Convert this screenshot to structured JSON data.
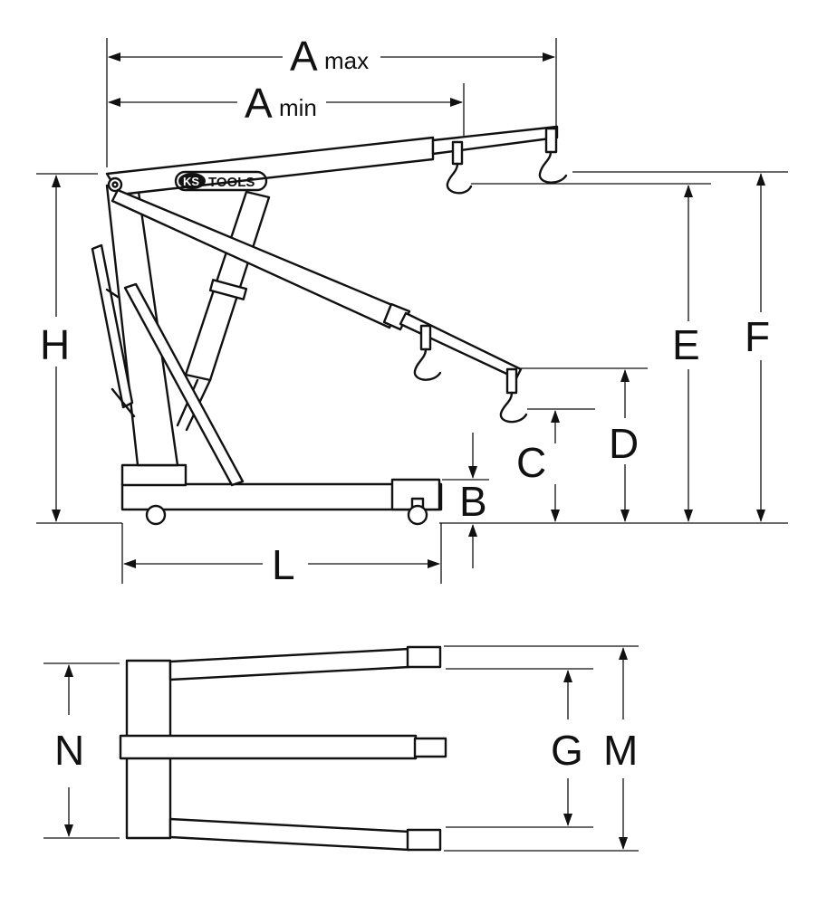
{
  "brand": {
    "logo_ks": "KS",
    "logo_tools": "TOOLS"
  },
  "labels": {
    "a_max_letter": "A",
    "a_max_sub": "max",
    "a_min_letter": "A",
    "a_min_sub": "min",
    "h": "H",
    "e": "E",
    "f": "F",
    "d": "D",
    "c": "C",
    "b": "B",
    "l": "L",
    "n": "N",
    "g": "G",
    "m": "M"
  },
  "colors": {
    "line": "#111111",
    "background": "#ffffff"
  }
}
